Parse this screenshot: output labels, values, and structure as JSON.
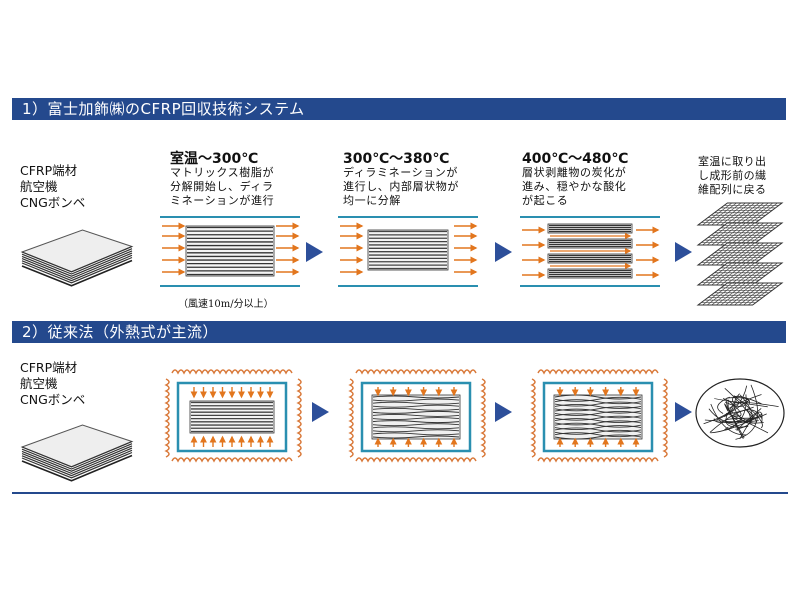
{
  "section1": {
    "title": "1）富士加飾㈱のCFRP回収技術システム",
    "source_lines": [
      "CFRP端材",
      "航空機",
      "CNGボンベ"
    ],
    "stages": [
      {
        "title": "室温〜300℃",
        "desc": "マトリックス樹脂が\n分解開始し、ディラ\nミネーションが進行"
      },
      {
        "title": "300℃〜380℃",
        "desc": "ディラミネーションが\n進行し、内部層状物が\n均一に分解"
      },
      {
        "title": "400℃〜480℃",
        "desc": "層状剥離物の炭化が\n進み、穏やかな酸化\nが起こる"
      }
    ],
    "result_text": "室温に取り出\nし成形前の繊\n維配列に戻る",
    "wind_note": "（風速10m/分以上）"
  },
  "section2": {
    "title": "2）従来法（外熱式が主流）",
    "source_lines": [
      "CFRP端材",
      "航空機",
      "CNGボンベ"
    ]
  },
  "colors": {
    "band": "#24498d",
    "arrow_flow": "#e2761e",
    "rail": "#2a8fb0",
    "coil": "#d9793a",
    "triangle": "#2d4f9a"
  }
}
